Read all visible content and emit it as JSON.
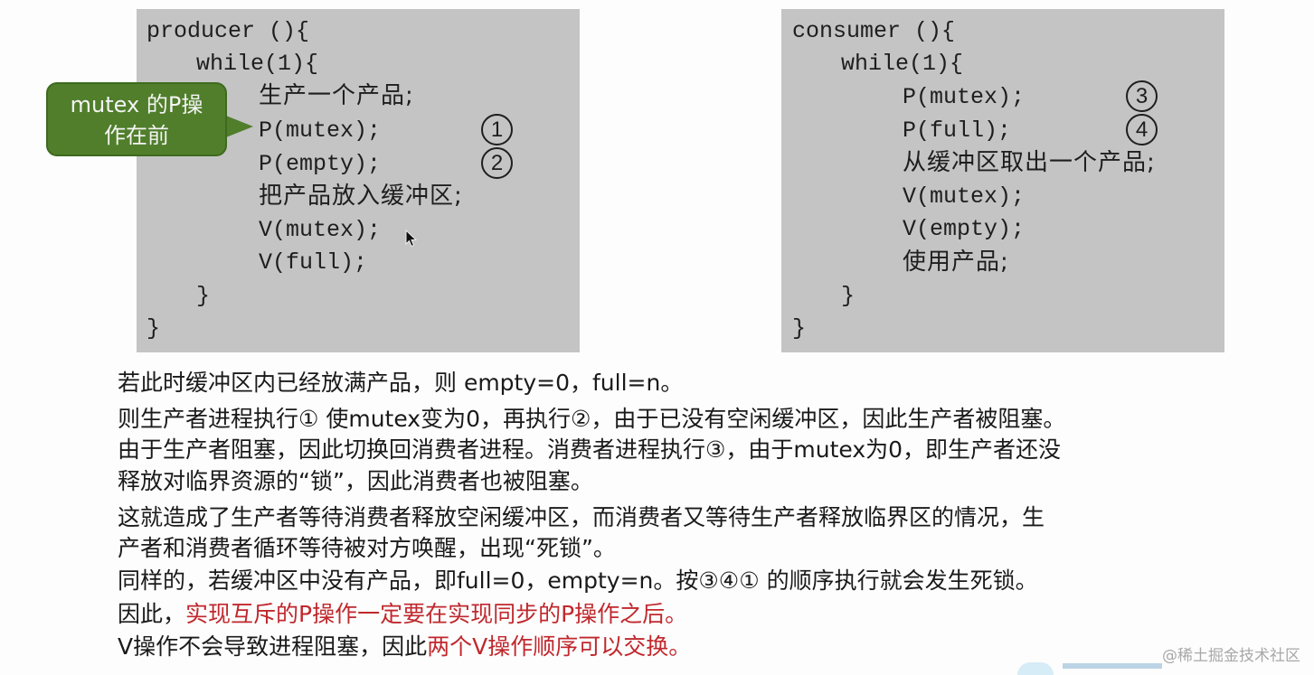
{
  "producer": {
    "lines": [
      "producer (){",
      "while(1){",
      "生产一个产品;",
      "P(mutex);",
      "P(empty);",
      "把产品放入缓冲区;",
      "V(mutex);",
      "V(full);",
      "}",
      "}"
    ],
    "steps": [
      "1",
      "2"
    ]
  },
  "consumer": {
    "lines": [
      "consumer (){",
      "while(1){",
      "P(mutex);",
      "P(full);",
      "从缓冲区取出一个产品;",
      "V(mutex);",
      "V(empty);",
      "使用产品;",
      "}",
      "}"
    ],
    "steps": [
      "3",
      "4"
    ]
  },
  "callout": {
    "line1": "mutex 的P操",
    "line2": "作在前",
    "color": "#507e2b"
  },
  "explanation": {
    "p1": "若此时缓冲区内已经放满产品，则 empty=0，full=n。",
    "p2": "则生产者进程执行① 使mutex变为0，再执行②，由于已没有空闲缓冲区，因此生产者被阻塞。",
    "p3": "由于生产者阻塞，因此切换回消费者进程。消费者进程执行③，由于mutex为0，即生产者还没",
    "p4": "释放对临界资源的“锁”，因此消费者也被阻塞。",
    "p5": "这就造成了生产者等待消费者释放空闲缓冲区，而消费者又等待生产者释放临界区的情况，生",
    "p6": "产者和消费者循环等待被对方唤醒，出现“死锁”。",
    "p7": "同样的，若缓冲区中没有产品，即full=0，empty=n。按③④① 的顺序执行就会发生死锁。",
    "p8_prefix": "因此，",
    "p8_highlight": "实现互斥的P操作一定要在实现同步的P操作之后。",
    "p9_prefix": "V操作不会导致进程阻塞，因此",
    "p9_highlight": "两个V操作顺序可以交换。",
    "highlight_color": "#c0282d"
  },
  "watermark": "@稀土掘金技术社区"
}
